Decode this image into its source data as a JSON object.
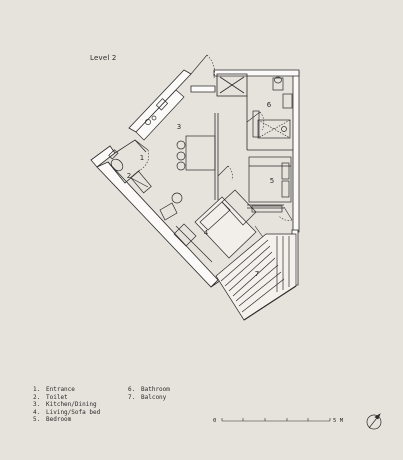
{
  "level_title": "Level 2",
  "room_numbers": [
    "1",
    "2",
    "3",
    "4",
    "5",
    "6",
    "7"
  ],
  "legend": {
    "column1": [
      {
        "num": "1.",
        "label": "Entrance"
      },
      {
        "num": "2.",
        "label": "Toilet"
      },
      {
        "num": "3.",
        "label": "Kitchen/Dining"
      },
      {
        "num": "4.",
        "label": "Living/Sofa bed"
      },
      {
        "num": "5.",
        "label": "Bedroom"
      }
    ],
    "column2": [
      {
        "num": "6.",
        "label": "Bathroom"
      },
      {
        "num": "7.",
        "label": "Balcony"
      }
    ]
  },
  "scale_bar": {
    "start_label": "0",
    "end_label": "5 M"
  },
  "colors": {
    "background": "#e6e2dc",
    "line": "#2b2b2b",
    "wall_fill": "#fbfaf8"
  },
  "icons": [
    "north-arrow-icon"
  ]
}
